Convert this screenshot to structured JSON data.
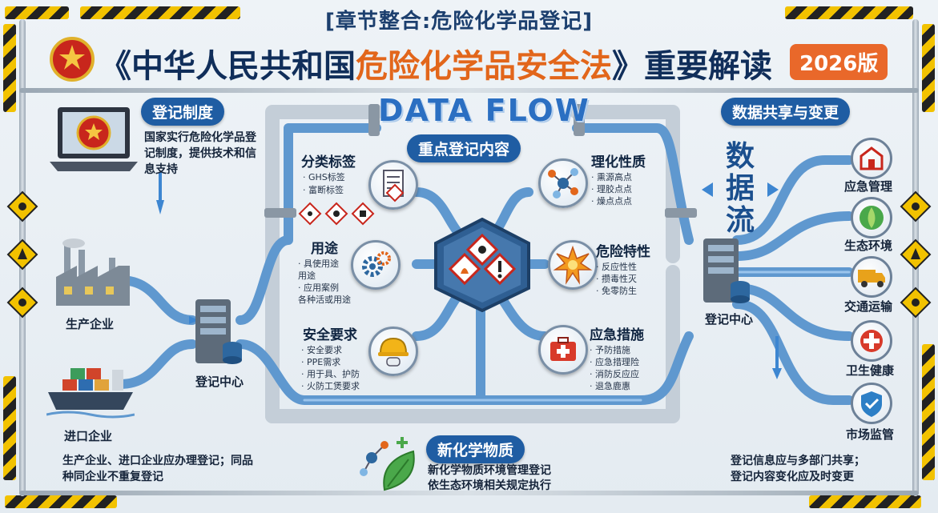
{
  "header": {
    "subtitle": "[章节整合:危险化学品登记]",
    "title_prefix": "《中华人民共和国",
    "title_highlight": "危险化学品安全法",
    "title_suffix": "》重要解读",
    "edition_badge": "2026版"
  },
  "left": {
    "registration_system": {
      "title": "登记制度",
      "description": "国家实行危险化学品登记制度，提供技术和信息支持"
    },
    "producer_label": "生产企业",
    "importer_label": "进口企业",
    "center_label": "登记中心",
    "footnote": "生产企业、进口企业应办理登记；同品种同企业不重复登记"
  },
  "center": {
    "data_flow_title": "DATA FLOW",
    "key_content_title": "重点登记内容",
    "sections": {
      "classification": {
        "title": "分类标签",
        "bullets": [
          "· GHS标签",
          "· 富断标签"
        ]
      },
      "usage": {
        "title": "用途",
        "bullets": [
          "· 具使用途",
          "  用途",
          "· 应用案例",
          "  各种活或用途"
        ]
      },
      "safety": {
        "title": "安全要求",
        "bullets": [
          "· 安全要求",
          "· PPE需求",
          "· 用于具、护防",
          "· 火防工煲要求"
        ]
      },
      "physchem": {
        "title": "理化性质",
        "bullets": [
          "· 熏源高点",
          "· 理胶点点",
          "· 燥点点点"
        ]
      },
      "hazard": {
        "title": "危险特性",
        "bullets": [
          "· 反应性性",
          "· 攒毒性灭",
          "· 免零防生"
        ]
      },
      "emergency": {
        "title": "应急措施",
        "bullets": [
          "· 予防措施",
          "· 应急措理险",
          "· 消防反应应",
          "· 退急鹿惠"
        ]
      }
    },
    "new_chemical": {
      "title": "新化学物质",
      "description_line1": "新化学物质环境管理登记",
      "description_line2": "依生态环境相关规定执行"
    }
  },
  "right": {
    "title": "数据共享与变更",
    "vertical_label": "数据流",
    "center_label": "登记中心",
    "departments": [
      "应急管理",
      "生态环境",
      "交通运输",
      "卫生健康",
      "市场监管"
    ],
    "footnote_line1": "登记信息应与多部门共享；",
    "footnote_line2": "登记内容变化应及时变更"
  },
  "colors": {
    "pipe": "#5f98cf",
    "pipe_dark": "#2f6aa6",
    "accent_orange": "#e9682a",
    "pill_blue": "#1f5da3",
    "hazard_yellow": "#f2c200"
  },
  "icons": [
    "national-emblem-icon",
    "laptop-icon",
    "factory-icon",
    "ship-icon",
    "server-icon",
    "document-icon",
    "gear-icon",
    "hardhat-icon",
    "molecule-icon",
    "explosion-icon",
    "firstaid-icon",
    "leaf-molecule-icon",
    "hazard-diamond-icon",
    "hospital-cross-icon",
    "shield-check-icon",
    "truck-icon",
    "globe-leaf-icon",
    "building-icon"
  ]
}
